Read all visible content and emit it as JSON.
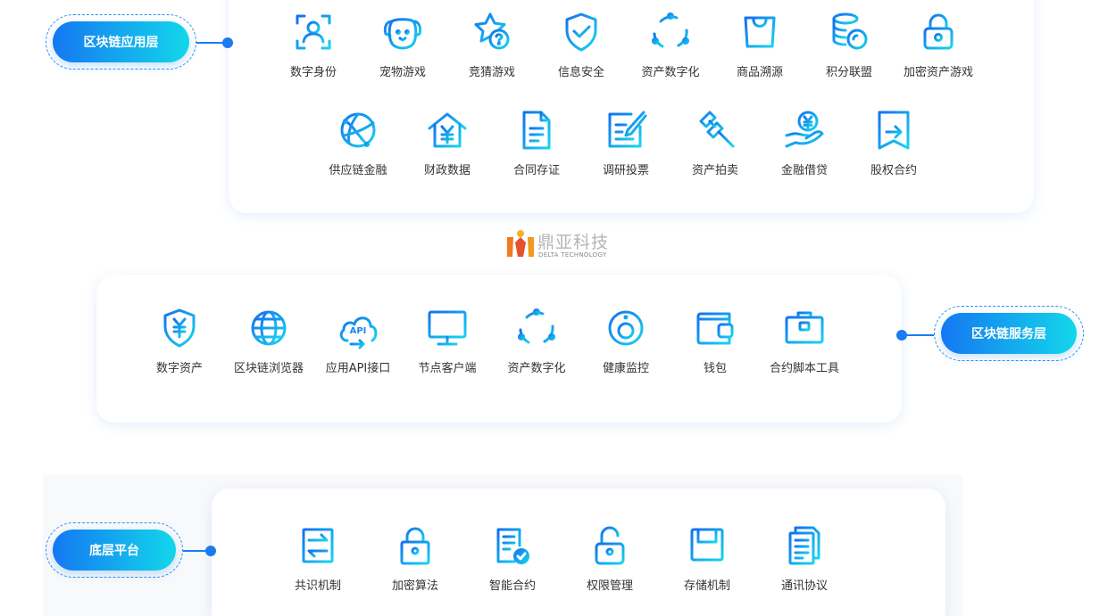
{
  "layers": {
    "application": {
      "label": "区块链应用层",
      "items": [
        {
          "label": "数字身份",
          "icon": "id-card-icon"
        },
        {
          "label": "宠物游戏",
          "icon": "dog-icon"
        },
        {
          "label": "竞猜游戏",
          "icon": "star-question-icon"
        },
        {
          "label": "信息安全",
          "icon": "shield-check-icon"
        },
        {
          "label": "资产数字化",
          "icon": "cycle-nodes-icon"
        },
        {
          "label": "商品溯源",
          "icon": "shopping-bag-icon"
        },
        {
          "label": "积分联盟",
          "icon": "coin-stack-icon"
        },
        {
          "label": "加密资产游戏",
          "icon": "lock-icon"
        },
        {
          "label": "供应链金融",
          "icon": "globe-network-icon"
        },
        {
          "label": "财政数据",
          "icon": "house-yuan-icon"
        },
        {
          "label": "合同存证",
          "icon": "document-icon"
        },
        {
          "label": "调研投票",
          "icon": "edit-form-icon"
        },
        {
          "label": "资产拍卖",
          "icon": "auction-gavel-icon"
        },
        {
          "label": "金融借贷",
          "icon": "hand-yuan-icon"
        },
        {
          "label": "股权合约",
          "icon": "bookmark-arrow-icon"
        }
      ]
    },
    "service": {
      "label": "区块链服务层",
      "items": [
        {
          "label": "数字资产",
          "icon": "shield-yuan-icon"
        },
        {
          "label": "区块链浏览器",
          "icon": "globe-icon"
        },
        {
          "label": "应用API接口",
          "icon": "cloud-api-icon"
        },
        {
          "label": "节点客户端",
          "icon": "monitor-icon"
        },
        {
          "label": "资产数字化",
          "icon": "cycle-nodes-icon"
        },
        {
          "label": "健康监控",
          "icon": "target-icon"
        },
        {
          "label": "钱包",
          "icon": "wallet-icon"
        },
        {
          "label": "合约脚本工具",
          "icon": "toolbox-icon"
        }
      ],
      "api_text": "API"
    },
    "base": {
      "label": "底层平台",
      "items": [
        {
          "label": "共识机制",
          "icon": "exchange-icon"
        },
        {
          "label": "加密算法",
          "icon": "lock-icon"
        },
        {
          "label": "智能合约",
          "icon": "document-check-icon"
        },
        {
          "label": "权限管理",
          "icon": "unlock-icon"
        },
        {
          "label": "存储机制",
          "icon": "floppy-disk-icon"
        },
        {
          "label": "通讯协议",
          "icon": "documents-icon"
        }
      ]
    }
  },
  "watermark": {
    "name_cn": "鼎亚科技",
    "name_en": "DELTA TECHNOLOGY"
  },
  "colors": {
    "gradient_start": "#1478f2",
    "gradient_end": "#13d7ea",
    "connector": "#1a7cf0",
    "label_text": "#333333"
  }
}
